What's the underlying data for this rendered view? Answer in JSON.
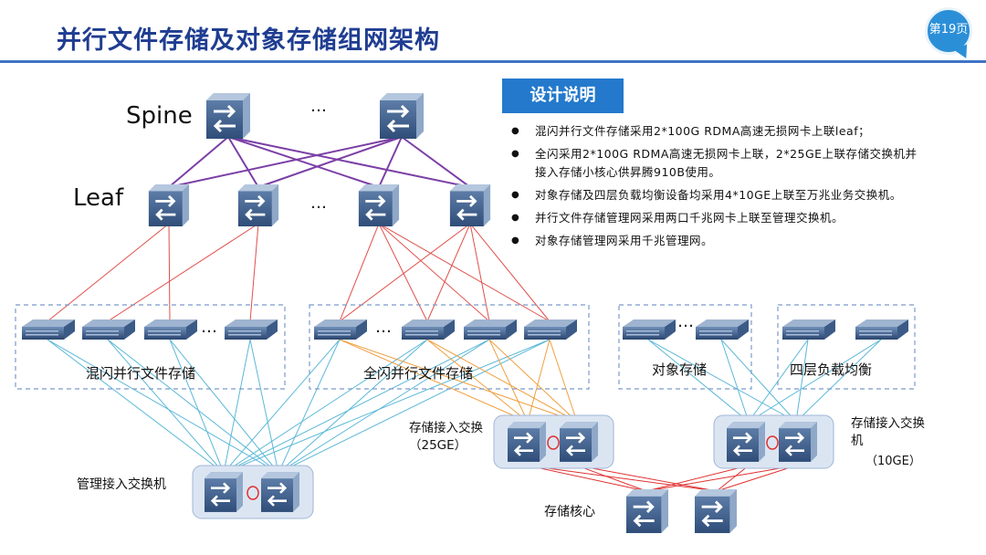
{
  "header": {
    "title": "并行文件存储及对象存储组网架构",
    "page_number": "第19页"
  },
  "tiers": {
    "spine": "Spine",
    "leaf": "Leaf",
    "ellipsis": "…"
  },
  "groups": {
    "hybrid_flash": "混闪并行文件存储",
    "all_flash": "全闪并行文件存储",
    "object_storage": "对象存储",
    "l4_lb": "四层负载均衡"
  },
  "switches": {
    "mgmt_access": "管理接入交换机",
    "storage_access_25ge": "存储接入交换（25GE）",
    "storage_access_10ge_line1": "存储接入交换机",
    "storage_access_10ge_line2": "（10GE）",
    "storage_core": "存储核心"
  },
  "design_notes": {
    "title": "设计说明",
    "items": [
      "混闪并行文件存储采用2*100G RDMA高速无损网卡上联leaf；",
      "全闪采用2*100G RDMA高速无损网卡上联，2*25GE上联存储交换机并接入存储小核心供昇腾910B使用。",
      "对象存储及四层负载均衡设备均采用4*10GE上联至万兆业务交换机。",
      "并行文件存储管理网采用两口千兆网卡上联至管理交换机。",
      "对象存储管理网采用千兆管理网。"
    ]
  },
  "colors": {
    "spine_leaf_link": "#7b3fa6",
    "leaf_server_link": "#e0504b",
    "mgmt_link": "#5bb8d8",
    "storage_25ge_link": "#f0a040",
    "core_link": "#e03030",
    "title": "#1f3d91",
    "accent": "#2479cc"
  }
}
